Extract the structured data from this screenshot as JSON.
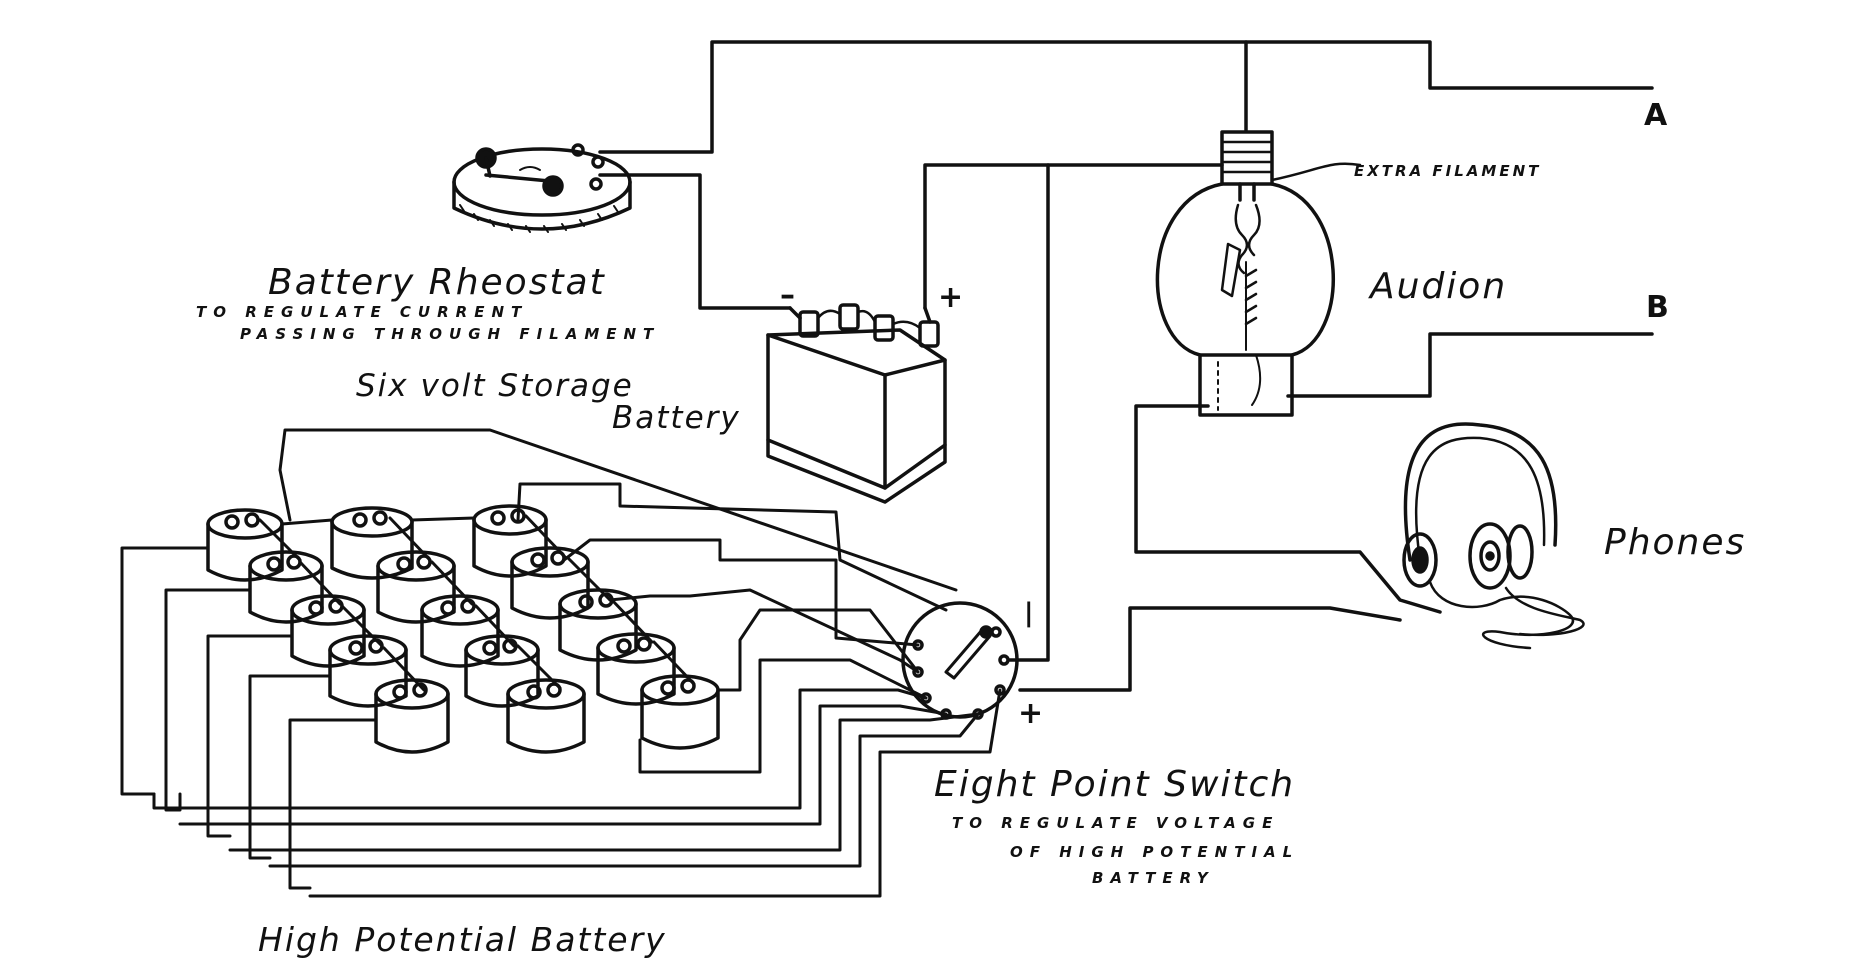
{
  "labels": {
    "rheostat_title": "Battery Rheostat",
    "rheostat_note_1": "TO REGULATE CURRENT",
    "rheostat_note_2": "PASSING THROUGH FILAMENT",
    "storage_battery_1": "Six volt Storage",
    "storage_battery_2": "Battery",
    "audion": "Audion",
    "extra_filament": "EXTRA FILAMENT",
    "phones": "Phones",
    "switch_title": "Eight Point Switch",
    "switch_note_1": "TO REGULATE VOLTAGE",
    "switch_note_2": "OF HIGH POTENTIAL",
    "switch_note_3": "BATTERY",
    "high_potential_battery": "High Potential Battery",
    "terminal_a": "A",
    "terminal_b": "B",
    "battery_minus": "–",
    "battery_plus": "+",
    "switch_minus": "|",
    "switch_plus": "+"
  },
  "colors": {
    "ink": "#111111",
    "paper": "#ffffff"
  }
}
